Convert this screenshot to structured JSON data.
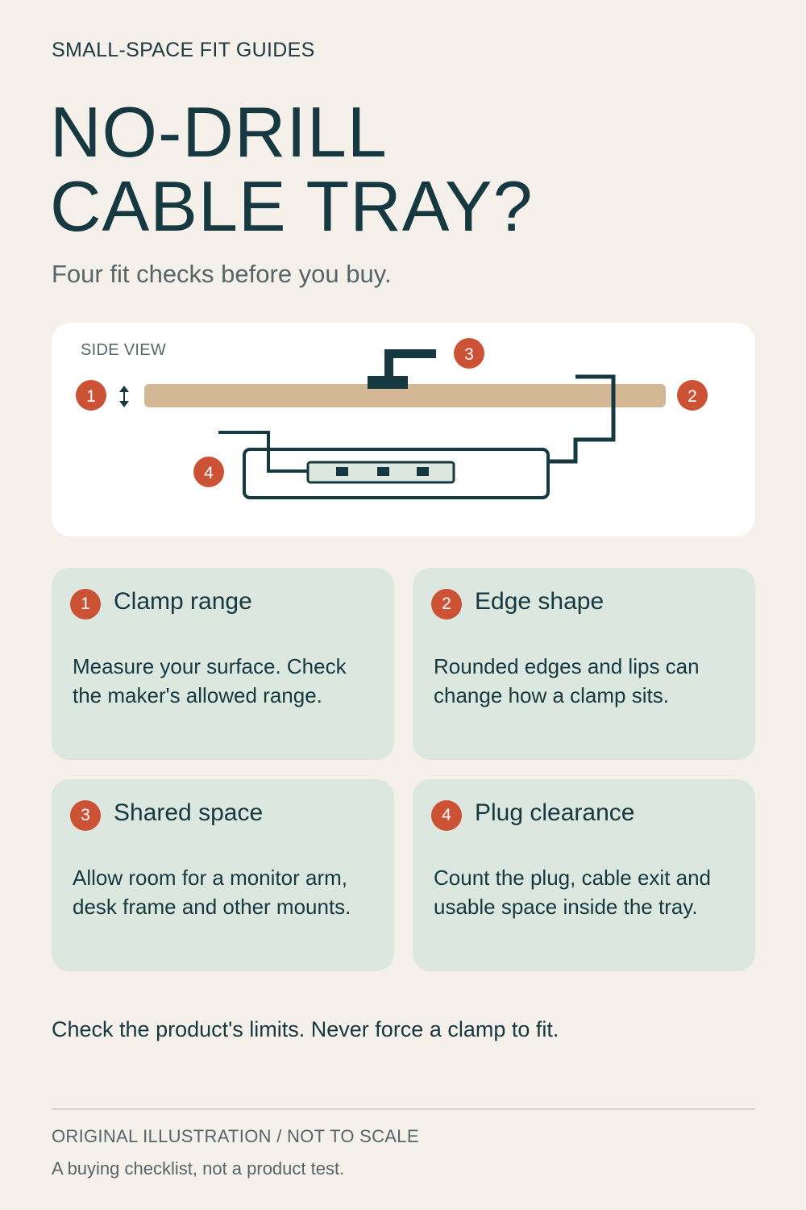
{
  "header": {
    "series": "SMALL-SPACE FIT GUIDES",
    "title_line1": "NO-DRILL",
    "title_line2": "CABLE TRAY?",
    "subtitle": "Four fit checks before you buy."
  },
  "diagram": {
    "label": "SIDE VIEW",
    "markers": [
      "1",
      "2",
      "3",
      "4"
    ]
  },
  "cards": [
    {
      "number": "1",
      "heading": "Clamp range",
      "body": "Measure your surface. Check the maker's allowed range."
    },
    {
      "number": "2",
      "heading": "Edge shape",
      "body": "Rounded edges and lips can change how a clamp sits."
    },
    {
      "number": "3",
      "heading": "Shared space",
      "body": "Allow room for a monitor arm, desk frame and other mounts."
    },
    {
      "number": "4",
      "heading": "Plug clearance",
      "body": "Count the plug, cable exit and usable space inside the tray."
    }
  ],
  "footer": {
    "note": "Check the product's limits. Never force a clamp to fit.",
    "credit": "ORIGINAL ILLUSTRATION / NOT TO SCALE",
    "tagline": "A buying checklist, not a product test."
  },
  "colors": {
    "background": "#f5f0e9",
    "ink": "#163840",
    "accent": "#cc5236",
    "card": "#dce8df",
    "desk": "#d4b896"
  }
}
